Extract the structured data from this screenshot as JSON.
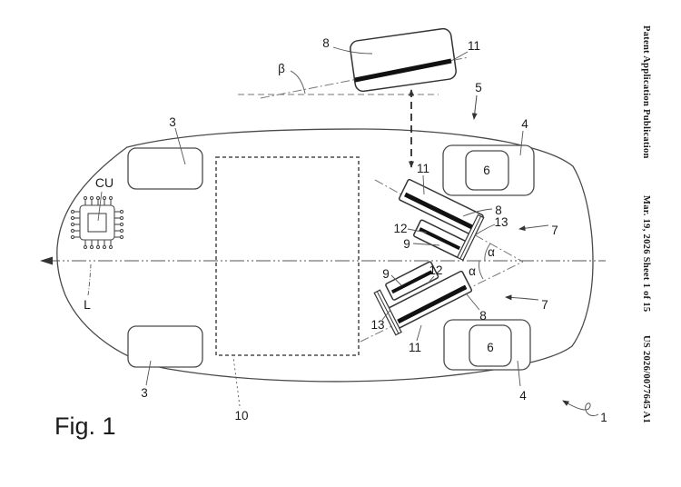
{
  "header": {
    "publication": "Patent Application Publication",
    "date_sheet": "Mar. 19, 2026 Sheet 1 of 15",
    "doc_number": "US 2026/0077645 A1"
  },
  "figure": {
    "caption": "Fig. 1",
    "labels": {
      "vehicle": "1",
      "front_wheel": "3",
      "rear_wheel": "4",
      "arrow_detection": "5",
      "rim": "6",
      "radar_direction": "7",
      "radar_sensor": "8",
      "holder": "9",
      "battery": "10",
      "sensor_stripe": "11",
      "holder_stripe": "12",
      "rail": "13",
      "control_unit": "CU",
      "longitudinal_axis": "L",
      "angle_alpha": "α",
      "angle_beta": "β"
    },
    "colors": {
      "line": "#4a4a4a",
      "stripe": "#111111",
      "text": "#1b1b1b"
    }
  }
}
